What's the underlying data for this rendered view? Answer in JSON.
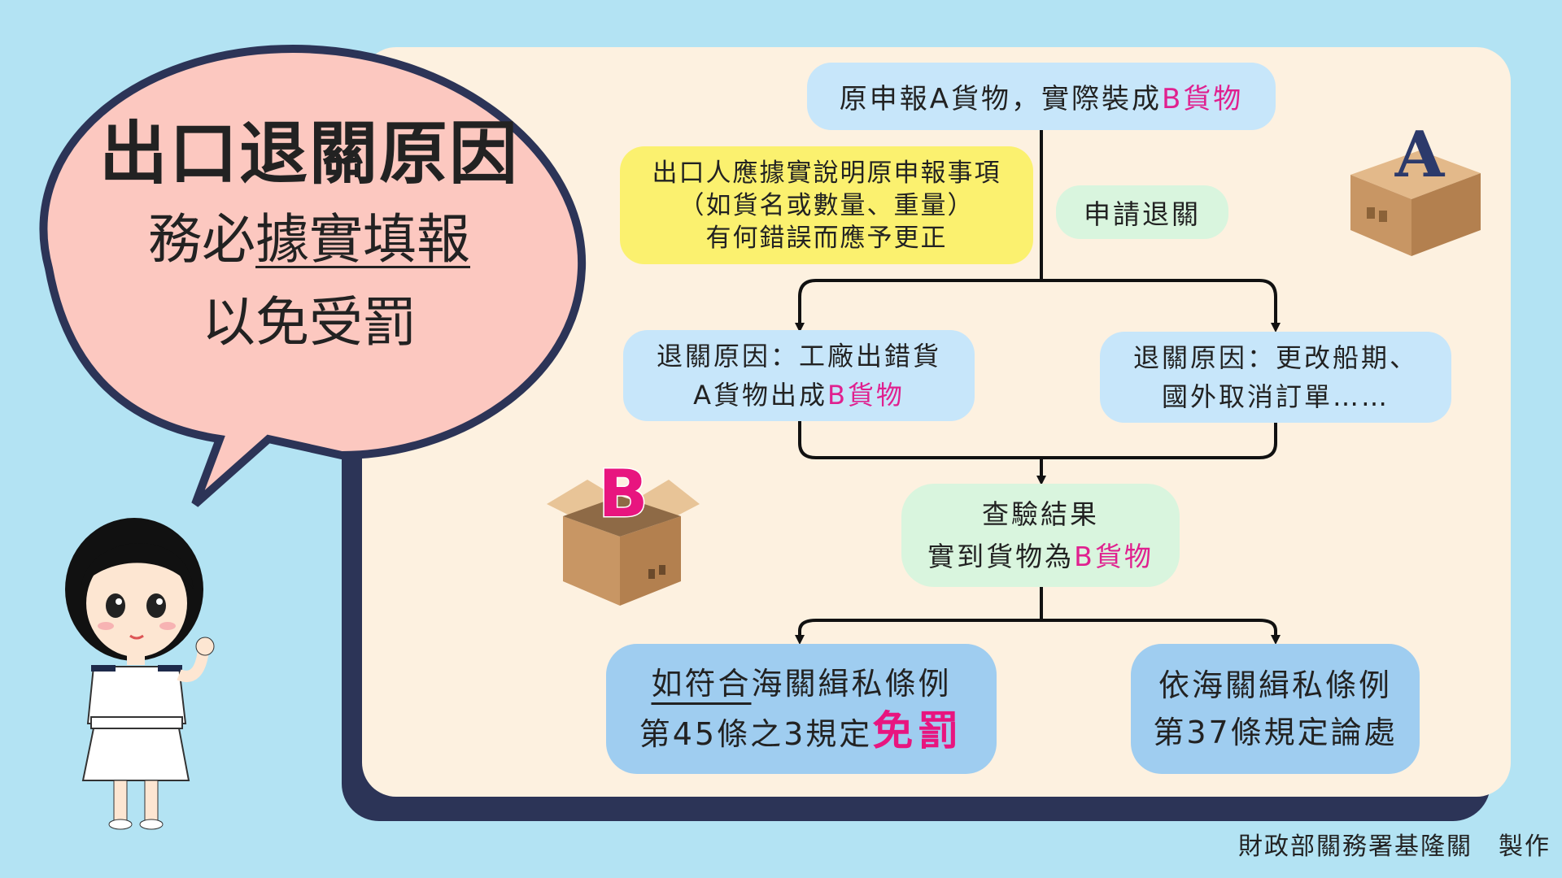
{
  "bubble": {
    "title": "出口退關原因",
    "line2_plain": "務必",
    "line2_underline": "據實填報",
    "line3": "以免受罰"
  },
  "flow": {
    "top": {
      "pre_a": "原申報A貨物，實際裝成",
      "b": "B",
      "post_b": "貨物"
    },
    "note": {
      "line1": "出口人應據實說明原申報事項",
      "line2": "（如貨名或數量、重量）",
      "line3": "有何錯誤而應予更正"
    },
    "apply": "申請退關",
    "left_reason": {
      "line1": "退關原因：工廠出錯貨",
      "line2_pre": "A貨物出成",
      "line2_b": "B",
      "line2_post": "貨物"
    },
    "right_reason": {
      "line1": "退關原因：更改船期、",
      "line2": "國外取消訂單……"
    },
    "inspection": {
      "line1": "查驗結果",
      "line2_pre": "實到貨物為",
      "line2_b": "B",
      "line2_post": "貨物"
    },
    "outcome_left": {
      "line1_underline": "如符合",
      "line1_rest": "海關緝私條例",
      "line2_pre": "第45條之3規定",
      "line2_emph": "免罰"
    },
    "outcome_right": {
      "line1": "依海關緝私條例",
      "line2": "第37條規定論處"
    }
  },
  "boxes": {
    "a_label": "A",
    "b_label": "B"
  },
  "credit": "財政部關務署基隆關　製作",
  "colors": {
    "background": "#b3e3f3",
    "panel": "#fdf1e0",
    "panel_shadow": "#2c3457",
    "bubble": "#fcc8c0",
    "accent_pink": "#e0208f",
    "note_yellow": "#fbf16f",
    "box_blue": "#c7e6fa",
    "box_green": "#d9f5de",
    "outcome_blue": "#9fcdf0",
    "a_letter": "#2c3a6b"
  }
}
